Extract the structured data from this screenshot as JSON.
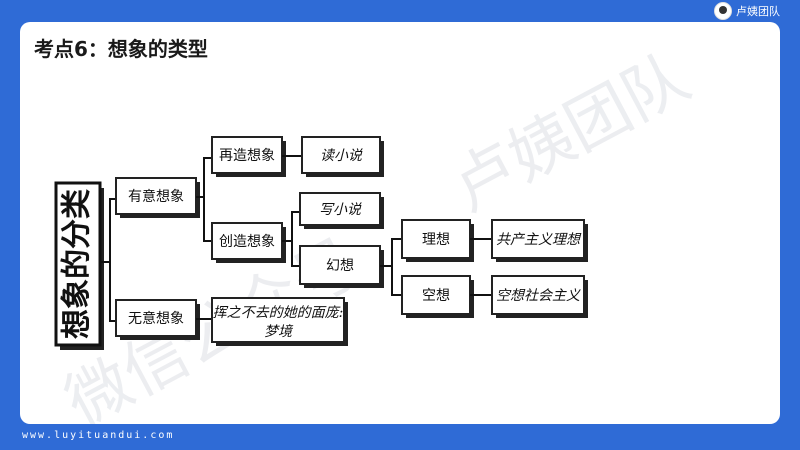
{
  "slide": {
    "title": "考点6：想象的类型",
    "footer": "www.luyituandui.com",
    "brand": "卢姨团队",
    "watermark_1": "卢姨团队",
    "watermark_2": "微信公众号"
  },
  "diagram": {
    "root": "想象的分类",
    "nodes": {
      "youyi": "有意想象",
      "wuyi": "无意想象",
      "zaizao": "再造想象",
      "chuangzao": "创造想象",
      "du_xiaoshuo": "读小说",
      "xie_xiaoshuo": "写小说",
      "huanxiang": "幻想",
      "lixiang": "理想",
      "kongxiang": "空想",
      "gongchan": "共产主义理想",
      "kongxiang_shehui": "空想社会主义",
      "mengjing_1": "挥之不去的她的面庞:",
      "mengjing_2": "梦境"
    }
  }
}
